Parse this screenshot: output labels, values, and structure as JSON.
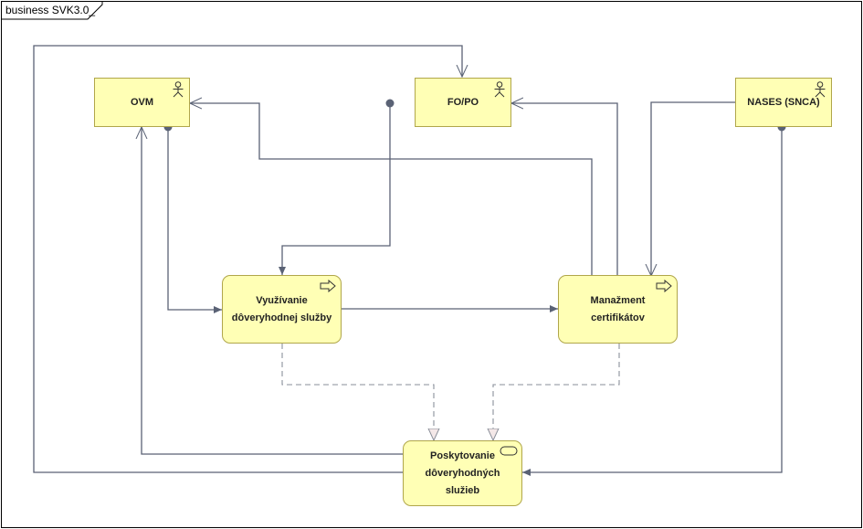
{
  "diagram": {
    "tab_title": "business SVK3.0_",
    "nodes": {
      "ovm": {
        "label": "OVM",
        "kind": "actor"
      },
      "fo_po": {
        "label": "FO/PO",
        "kind": "actor"
      },
      "nases": {
        "label": "NASES (SNCA)",
        "kind": "actor"
      },
      "vyuzivanie": {
        "label": "Využívanie dôveryhodnej služby",
        "kind": "process"
      },
      "manazment": {
        "label": "Manažment certifikátov",
        "kind": "process"
      },
      "poskytovanie": {
        "label": "Poskytovanie dôveryhodných služieb",
        "kind": "service"
      }
    },
    "colors": {
      "node_fill": "#ffffb5",
      "node_border": "#b0a64a",
      "connector": "#5a6275",
      "frame": "#000000"
    }
  }
}
